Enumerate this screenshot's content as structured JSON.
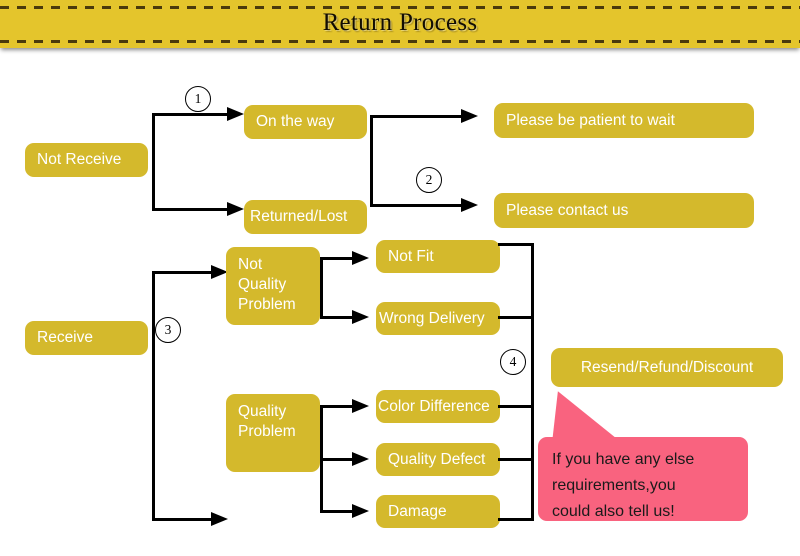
{
  "header": {
    "title": "Return Process"
  },
  "diagram": {
    "root_nodes": [
      {
        "id": "not-receive",
        "label": "Not Receive"
      },
      {
        "id": "receive",
        "label": "Receive"
      }
    ],
    "not_receive_branch": {
      "marker": "1",
      "children": [
        {
          "id": "on-the-way",
          "label": "On the way"
        },
        {
          "id": "returned-lost",
          "label": "Returned/Lost"
        }
      ],
      "outcome_marker": "2",
      "outcomes": [
        {
          "id": "please-be-patient",
          "label": "Please be patient to wait"
        },
        {
          "id": "please-contact-us",
          "label": "Please contact us"
        }
      ]
    },
    "receive_branch": {
      "marker": "3",
      "categories": [
        {
          "id": "not-quality-problem",
          "label": "Not Quality Problem"
        },
        {
          "id": "quality-problem",
          "label": "Quality Problem"
        }
      ],
      "not_quality_reasons": [
        {
          "id": "not-fit",
          "label": "Not Fit"
        },
        {
          "id": "wrong-delivery",
          "label": "Wrong Delivery"
        }
      ],
      "quality_reasons": [
        {
          "id": "color-difference",
          "label": "Color Difference"
        },
        {
          "id": "quality-defect",
          "label": "Quality Defect"
        },
        {
          "id": "damage",
          "label": "Damage"
        }
      ],
      "resolution_marker": "4",
      "resolution": {
        "id": "resend-refund-discount",
        "label": "Resend/Refund/Discount"
      }
    },
    "note_bubble": {
      "line1": "If you have any else",
      "line2": "requirements,you",
      "line3": "could also tell us!"
    }
  },
  "colors": {
    "banner": "#E4C52C",
    "node": "#D4B92C",
    "bubble": "#F9637F",
    "connector": "#000000",
    "node_text": "#FFFFFF",
    "page_background": "#FFFFFF"
  }
}
